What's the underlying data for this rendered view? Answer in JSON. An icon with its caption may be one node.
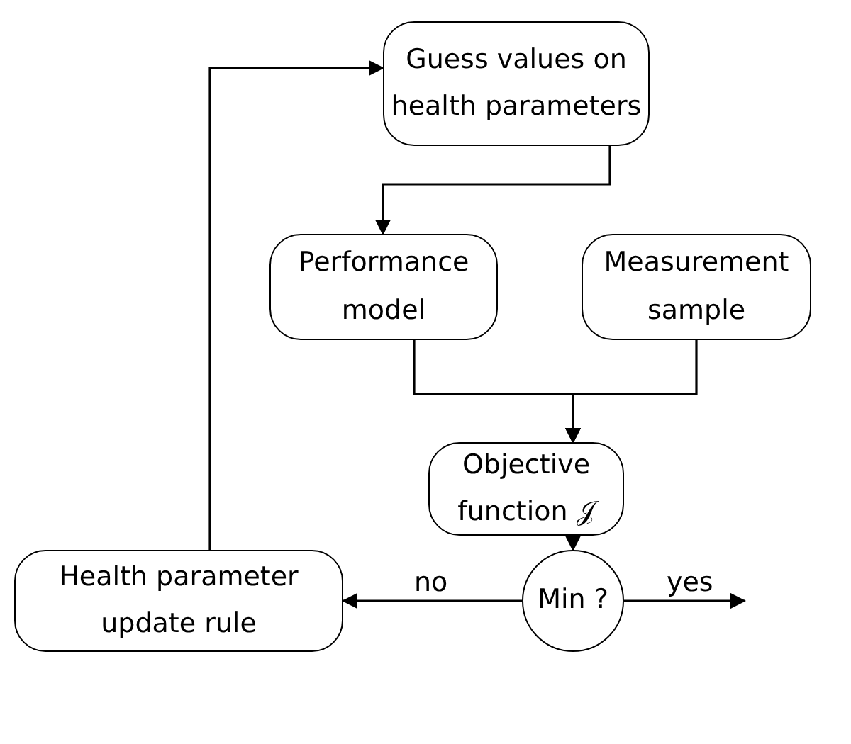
{
  "diagram": {
    "nodes": [
      {
        "text": [
          "Guess values on health parameters"
        ]
      },
      {
        "text": [
          "Performance model"
        ]
      },
      {
        "text": [
          "Measurement sample"
        ]
      },
      {
        "text": [
          "Objective function 𝒥"
        ]
      },
      {
        "text": [
          "Min ?"
        ]
      },
      {
        "text": [
          "Health parameter update rule"
        ]
      }
    ],
    "edges": [
      {
        "from": 0,
        "to": 1,
        "arrow": "to"
      },
      {
        "from": 1,
        "to": 3,
        "arrow": "to"
      },
      {
        "from": 2,
        "to": 3,
        "arrow": "to"
      },
      {
        "from": 3,
        "to": 4,
        "arrow": "to"
      },
      {
        "from": 4,
        "to": 5,
        "arrow": "to",
        "label": "no"
      },
      {
        "from": 4,
        "to": null,
        "arrow": "to",
        "label": "yes"
      },
      {
        "from": 5,
        "to": 0,
        "arrow": "to"
      }
    ]
  }
}
